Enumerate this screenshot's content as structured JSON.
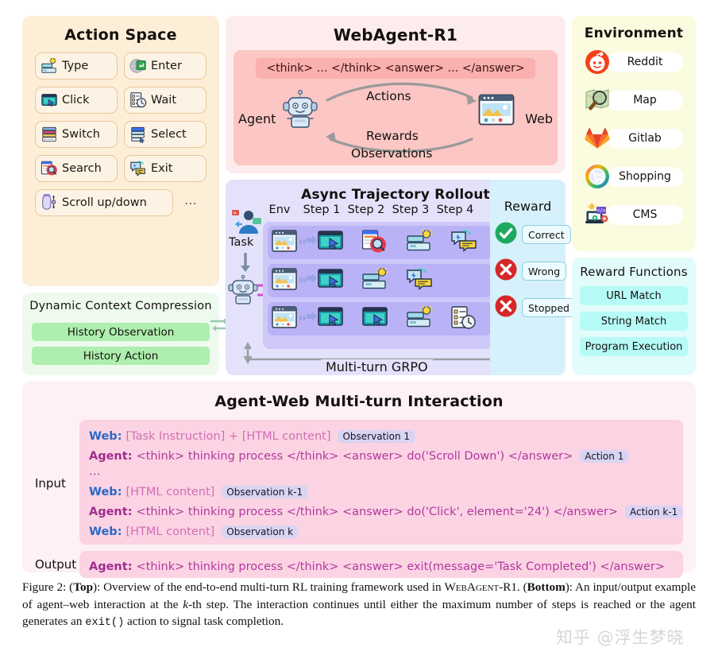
{
  "action_space": {
    "title": "Action Space",
    "items": [
      {
        "label": "Type",
        "icon": "type-icon"
      },
      {
        "label": "Enter",
        "icon": "enter-icon"
      },
      {
        "label": "Click",
        "icon": "click-icon"
      },
      {
        "label": "Wait",
        "icon": "wait-clock-icon"
      },
      {
        "label": "Switch",
        "icon": "switch-tab-icon"
      },
      {
        "label": "Select",
        "icon": "select-dropdown-icon"
      },
      {
        "label": "Search",
        "icon": "search-icon"
      },
      {
        "label": "Exit",
        "icon": "exit-chat-icon"
      },
      {
        "label": "Scroll up/down",
        "icon": "mouse-scroll-icon"
      }
    ],
    "more": "⋯"
  },
  "dynamic_context_compression": {
    "title": "Dynamic Context Compression",
    "bars": [
      "History Observation",
      "History Action"
    ]
  },
  "webagent": {
    "title": "WebAgent-R1",
    "tag": "<think> … </think> <answer> … </answer>",
    "agent_label": "Agent",
    "web_label": "Web",
    "actions_label": "Actions",
    "rewards_label": "Rewards",
    "observations_label": "Observations"
  },
  "async_rollout": {
    "title": "Async Trajectory Rollout",
    "task_label": "Task",
    "columns": [
      "Env",
      "Step 1",
      "Step 2",
      "Step 3",
      "Step 4"
    ],
    "rows": [
      {
        "steps": [
          "env-browser-icon",
          "click-icon",
          "search-icon",
          "type-icon",
          "exit-chat-icon"
        ]
      },
      {
        "steps": [
          "env-browser-icon",
          "click-icon",
          "type-icon",
          "exit-chat-icon"
        ]
      },
      {
        "steps": [
          "env-browser-icon",
          "click-icon",
          "click-icon",
          "type-icon",
          "wait-clock-icon"
        ]
      }
    ],
    "grpo_label": "Multi-turn GRPO"
  },
  "reward": {
    "title": "Reward",
    "items": [
      {
        "label": "Correct",
        "status": "correct",
        "color": "#1ea960"
      },
      {
        "label": "Wrong",
        "status": "wrong",
        "color": "#d62828"
      },
      {
        "label": "Stopped",
        "status": "stopped",
        "color": "#d62828"
      }
    ]
  },
  "environment": {
    "title": "Environment",
    "items": [
      {
        "label": "Reddit",
        "icon": "reddit-icon"
      },
      {
        "label": "Map",
        "icon": "map-magnifier-icon"
      },
      {
        "label": "Gitlab",
        "icon": "gitlab-icon"
      },
      {
        "label": "Shopping",
        "icon": "shopping-cart-icon"
      },
      {
        "label": "CMS",
        "icon": "cms-icon"
      }
    ]
  },
  "reward_functions": {
    "title": "Reward Functions",
    "items": [
      "URL Match",
      "String Match",
      "Program Execution"
    ]
  },
  "interaction": {
    "title": "Agent-Web Multi-turn Interaction",
    "input_label": "Input",
    "output_label": "Output",
    "input_lines": [
      {
        "type": "web",
        "who": "Web:",
        "text": "[Task Instruction] + [HTML content]",
        "badge": "Observation 1"
      },
      {
        "type": "agent",
        "who": "Agent:",
        "text": "<think> thinking process </think> <answer> do('Scroll Down') </answer>",
        "badge": "Action 1"
      },
      {
        "type": "ellipsis",
        "text": "⋯"
      },
      {
        "type": "web",
        "who": "Web:",
        "text": "[HTML content]",
        "badge": "Observation k-1"
      },
      {
        "type": "agent",
        "who": "Agent:",
        "text": "<think> thinking process </think> <answer> do('Click', element='24') </answer>",
        "badge": "Action k-1"
      },
      {
        "type": "web",
        "who": "Web:",
        "text": "[HTML content]",
        "badge": "Observation k"
      }
    ],
    "output_line": {
      "type": "agent",
      "who": "Agent:",
      "text": "<think> thinking process </think> <answer> exit(message='Task Completed') </answer>",
      "badge": ""
    }
  },
  "caption": {
    "prefix": "Figure 2: (",
    "top_bold": "Top",
    "part1": "): Overview of the end-to-end multi-turn RL training framework used in ",
    "smallcaps": "WebAgent-R1",
    "part2": ". (",
    "bottom_bold": "Bottom",
    "part3": "): An input/output example of agent–web interaction at the ",
    "k_italic": "k",
    "part4": "-th step.  The interaction continues until either the maximum number of steps is reached or the agent generates an ",
    "mono": "exit()",
    "part5": " action to signal task completion."
  },
  "watermark": {
    "text": "知乎 @浮生梦晓"
  },
  "colors": {
    "action_space_bg": "#fdeed8",
    "webagent_bg": "#fdeced",
    "async_bg": "#e4e2fb",
    "environment_bg": "#fbfbe0",
    "reward_functions_bg": "#e2fcfb",
    "dcc_bg": "#eefaee",
    "interaction_bg": "#fdf0f6",
    "chat_bg": "#fbd3e3"
  }
}
